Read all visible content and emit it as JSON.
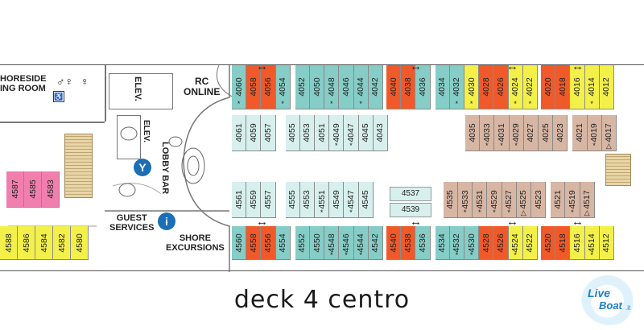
{
  "title": "deck 4 centro",
  "watermark": {
    "line1": "Live",
    "line2": "Boat",
    "suffix": ".it"
  },
  "colors": {
    "teal": "#85cdc6",
    "light_teal": "#d7f0ee",
    "orange_red": "#f05a2a",
    "yellow": "#f3f04a",
    "tan": "#d7b6a4",
    "pink": "#f07fae",
    "stairs": "#e8d5a8",
    "icon_blue": "#1a6fb5"
  },
  "labels": {
    "shoreside_1": "HORESIDE",
    "shoreside_2": "ING ROOM",
    "elev_top": "ELEV.",
    "elev_side": "ELEV.",
    "rc_online_1": "RC",
    "rc_online_2": "ONLINE",
    "lobby_bar": "LOBBY BAR",
    "guest_services_1": "GUEST",
    "guest_services_2": "SERVICES",
    "shore_excursions_1": "SHORE",
    "shore_excursions_2": "EXCURSIONS"
  },
  "icons": [
    "restroom-icon",
    "wheelchair-icon",
    "cocktail-icon",
    "info-icon",
    "double-arrow-icon"
  ],
  "cabins": {
    "top_row": [
      {
        "n": "4060",
        "c": "teal",
        "m": "*"
      },
      {
        "n": "4058",
        "c": "orange_red",
        "m": ""
      },
      {
        "n": "4056",
        "c": "orange_red",
        "m": ""
      },
      {
        "n": "4054",
        "c": "teal",
        "m": "*"
      },
      {
        "n": "4052",
        "c": "teal",
        "m": ""
      },
      {
        "n": "4050",
        "c": "teal",
        "m": ""
      },
      {
        "n": "4048",
        "c": "teal",
        "m": "*"
      },
      {
        "n": "4046",
        "c": "teal",
        "m": ""
      },
      {
        "n": "4044",
        "c": "teal",
        "m": "*"
      },
      {
        "n": "4042",
        "c": "teal",
        "m": ""
      },
      {
        "n": "4040",
        "c": "orange_red",
        "m": ""
      },
      {
        "n": "4038",
        "c": "orange_red",
        "m": ""
      },
      {
        "n": "4036",
        "c": "teal",
        "m": ""
      },
      {
        "n": "4034",
        "c": "teal",
        "m": ""
      },
      {
        "n": "4032",
        "c": "teal",
        "m": "*"
      },
      {
        "n": "4030",
        "c": "yellow",
        "m": "*"
      },
      {
        "n": "4028",
        "c": "orange_red",
        "m": ""
      },
      {
        "n": "4026",
        "c": "orange_red",
        "m": ""
      },
      {
        "n": "4024",
        "c": "yellow",
        "m": "*"
      },
      {
        "n": "4022",
        "c": "yellow",
        "m": "*"
      },
      {
        "n": "4020",
        "c": "orange_red",
        "m": ""
      },
      {
        "n": "4018",
        "c": "orange_red",
        "m": ""
      },
      {
        "n": "4016",
        "c": "yellow",
        "m": ""
      },
      {
        "n": "4014",
        "c": "yellow",
        "m": "*"
      },
      {
        "n": "4012",
        "c": "yellow",
        "m": ""
      }
    ],
    "inner_top": [
      {
        "n": "4061",
        "c": "light_teal",
        "m": ""
      },
      {
        "n": "4059",
        "c": "light_teal",
        "m": ""
      },
      {
        "n": "4057",
        "c": "light_teal",
        "m": ""
      },
      {
        "n": "4055",
        "c": "light_teal",
        "m": ""
      },
      {
        "n": "4053",
        "c": "light_teal",
        "m": ""
      },
      {
        "n": "4051",
        "c": "light_teal",
        "m": ""
      },
      {
        "n": "4049",
        "c": "light_teal",
        "m": "*"
      },
      {
        "n": "4047",
        "c": "light_teal",
        "m": "*"
      },
      {
        "n": "4045",
        "c": "light_teal",
        "m": ""
      },
      {
        "n": "4043",
        "c": "light_teal",
        "m": ""
      },
      {
        "n": "4035",
        "c": "tan",
        "m": ""
      },
      {
        "n": "4033",
        "c": "tan",
        "m": "*"
      },
      {
        "n": "4031",
        "c": "tan",
        "m": "*"
      },
      {
        "n": "4029",
        "c": "tan",
        "m": "*"
      },
      {
        "n": "4027",
        "c": "tan",
        "m": ""
      },
      {
        "n": "4025",
        "c": "tan",
        "m": ""
      },
      {
        "n": "4023",
        "c": "tan",
        "m": ""
      },
      {
        "n": "4021",
        "c": "tan",
        "m": ""
      },
      {
        "n": "4019",
        "c": "tan",
        "m": "*"
      },
      {
        "n": "4017",
        "c": "tan",
        "m": "△"
      }
    ],
    "inner_bottom": [
      {
        "n": "4561",
        "c": "light_teal",
        "m": ""
      },
      {
        "n": "4559",
        "c": "light_teal",
        "m": ""
      },
      {
        "n": "4557",
        "c": "light_teal",
        "m": ""
      },
      {
        "n": "4555",
        "c": "light_teal",
        "m": ""
      },
      {
        "n": "4553",
        "c": "light_teal",
        "m": ""
      },
      {
        "n": "4551",
        "c": "light_teal",
        "m": "*"
      },
      {
        "n": "4549",
        "c": "light_teal",
        "m": ""
      },
      {
        "n": "4547",
        "c": "light_teal",
        "m": "*"
      },
      {
        "n": "4545",
        "c": "light_teal",
        "m": ""
      },
      {
        "n": "4535",
        "c": "tan",
        "m": ""
      },
      {
        "n": "4533",
        "c": "tan",
        "m": "*"
      },
      {
        "n": "4531",
        "c": "tan",
        "m": "*"
      },
      {
        "n": "4529",
        "c": "tan",
        "m": "*"
      },
      {
        "n": "4527",
        "c": "tan",
        "m": "*"
      },
      {
        "n": "4525",
        "c": "tan",
        "m": "△"
      },
      {
        "n": "4523",
        "c": "tan",
        "m": ""
      },
      {
        "n": "4521",
        "c": "tan",
        "m": ""
      },
      {
        "n": "4519",
        "c": "tan",
        "m": "*"
      },
      {
        "n": "4517",
        "c": "tan",
        "m": "△"
      }
    ],
    "middle_pair": [
      "4537",
      "4539"
    ],
    "bottom_row": [
      {
        "n": "4560",
        "c": "teal",
        "m": ""
      },
      {
        "n": "4558",
        "c": "orange_red",
        "m": ""
      },
      {
        "n": "4556",
        "c": "orange_red",
        "m": ""
      },
      {
        "n": "4554",
        "c": "teal",
        "m": ""
      },
      {
        "n": "4552",
        "c": "teal",
        "m": ""
      },
      {
        "n": "4550",
        "c": "teal",
        "m": ""
      },
      {
        "n": "4548",
        "c": "teal",
        "m": "*"
      },
      {
        "n": "4546",
        "c": "teal",
        "m": "*"
      },
      {
        "n": "4544",
        "c": "teal",
        "m": "*"
      },
      {
        "n": "4542",
        "c": "teal",
        "m": ""
      },
      {
        "n": "4540",
        "c": "orange_red",
        "m": ""
      },
      {
        "n": "4538",
        "c": "orange_red",
        "m": ""
      },
      {
        "n": "4536",
        "c": "teal",
        "m": ""
      },
      {
        "n": "4534",
        "c": "teal",
        "m": ""
      },
      {
        "n": "4532",
        "c": "teal",
        "m": "*"
      },
      {
        "n": "4530",
        "c": "teal",
        "m": "*"
      },
      {
        "n": "4528",
        "c": "orange_red",
        "m": ""
      },
      {
        "n": "4526",
        "c": "orange_red",
        "m": ""
      },
      {
        "n": "4524",
        "c": "yellow",
        "m": "*"
      },
      {
        "n": "4522",
        "c": "yellow",
        "m": ""
      },
      {
        "n": "4520",
        "c": "orange_red",
        "m": ""
      },
      {
        "n": "4518",
        "c": "orange_red",
        "m": ""
      },
      {
        "n": "4516",
        "c": "yellow",
        "m": ""
      },
      {
        "n": "4514",
        "c": "yellow",
        "m": "*"
      },
      {
        "n": "4512",
        "c": "yellow",
        "m": ""
      }
    ],
    "left_pink": [
      "4587",
      "4585",
      "4583"
    ],
    "left_yellow": [
      "4588",
      "4586",
      "4584",
      "4582",
      "4580"
    ]
  }
}
